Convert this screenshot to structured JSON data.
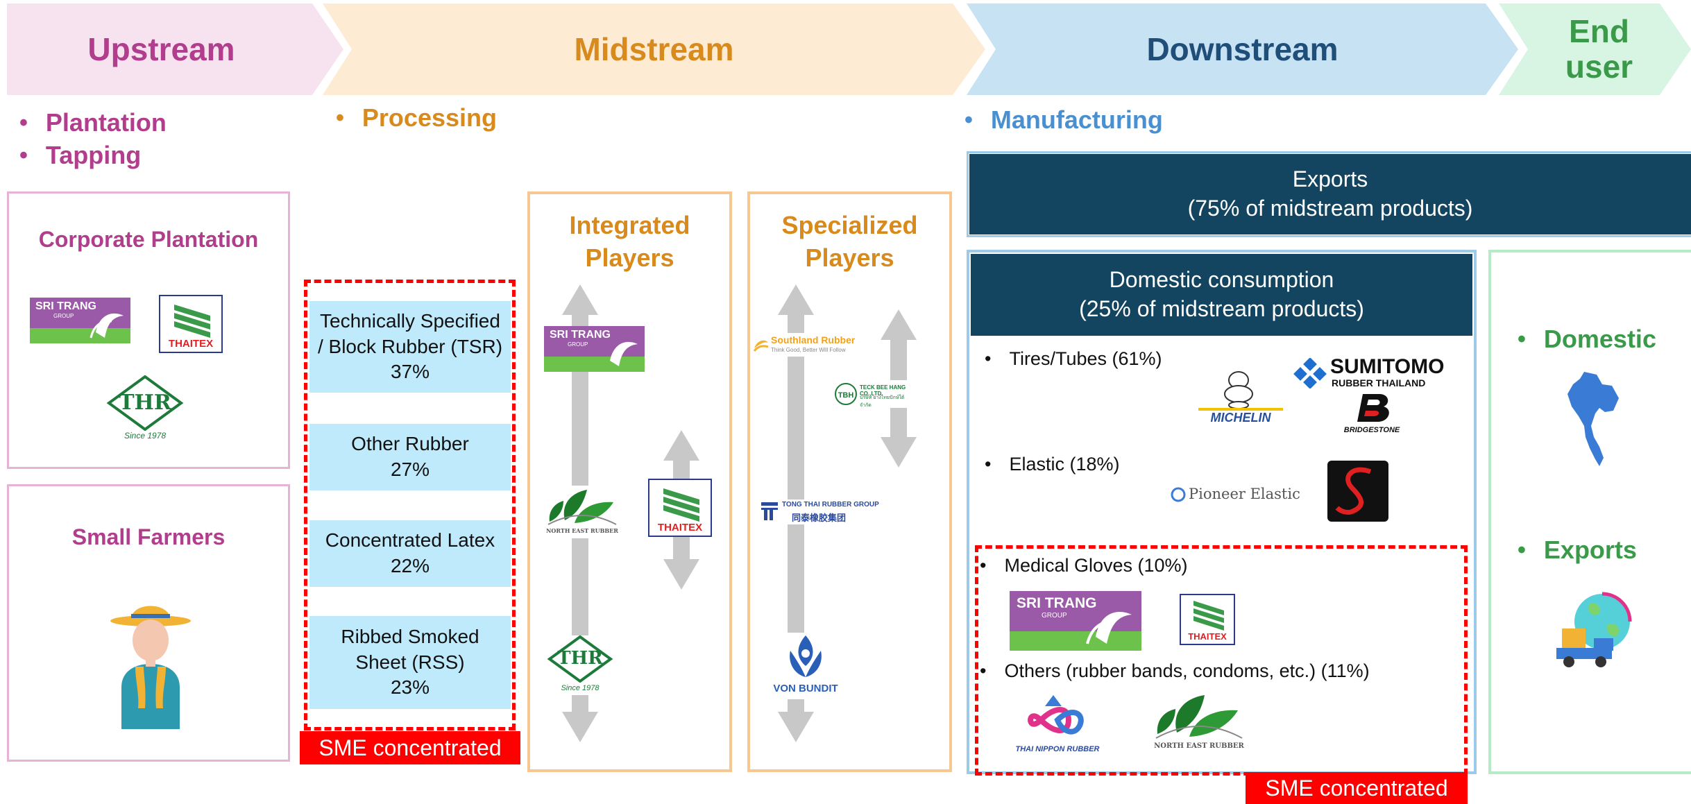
{
  "stages": {
    "upstream": "Upstream",
    "midstream": "Midstream",
    "downstream": "Downstream",
    "enduser_line1": "End",
    "enduser_line2": "user"
  },
  "bullets": {
    "plantation": "Plantation",
    "tapping": "Tapping",
    "processing": "Processing",
    "manufacturing": "Manufacturing",
    "domestic": "Domestic",
    "exports": "Exports"
  },
  "upstream": {
    "corporate_title": "Corporate Plantation",
    "farmers_title": "Small Farmers"
  },
  "midstream": {
    "categories": [
      {
        "name_line1": "Technically Specified",
        "name_line2": "/ Block Rubber (TSR)",
        "pct": "37%"
      },
      {
        "name_line1": "Other Rubber",
        "name_line2": "",
        "pct": "27%"
      },
      {
        "name_line1": "Concentrated Latex",
        "name_line2": "",
        "pct": "22%"
      },
      {
        "name_line1": "Ribbed Smoked",
        "name_line2": "Sheet (RSS)",
        "pct": "23%"
      }
    ],
    "sme_label": "SME concentrated",
    "integrated_line1": "Integrated",
    "integrated_line2": "Players",
    "specialized_line1": "Specialized",
    "specialized_line2": "Players"
  },
  "downstream": {
    "exports_line1": "Exports",
    "exports_line2": "(75% of midstream products)",
    "domestic_line1": "Domestic consumption",
    "domestic_line2": "(25% of midstream products)",
    "products": {
      "tires": "Tires/Tubes (61%)",
      "elastic": "Elastic (18%)",
      "gloves": "Medical Gloves (10%)",
      "others": "Others (rubber bands, condoms, etc.) (11%)"
    },
    "sme_label": "SME concentrated"
  },
  "logos": {
    "sritrang": "SRI TRANG",
    "sritrang_sub": "GROUP",
    "thaitex": "THAITEX",
    "thr": "THR",
    "thr_since": "Since 1978",
    "northeast": "NORTH EAST RUBBER",
    "southland": "Southland Rubber",
    "southland_sub": "Think Good, Better Will Follow",
    "teckbee": "TECK BEE HANG CO.,LTD.",
    "teckbee_sub": "บริษัท ยางไทยปักษ์ใต้ จำกัด",
    "tongthai": "TONG THAI RUBBER GROUP",
    "tongthai_sub": "同泰橡胶集团",
    "vonbundit": "VON BUNDIT",
    "sumitomo": "SUMITOMO",
    "sumitomo_sub": "RUBBER THAILAND",
    "michelin": "MICHELIN",
    "bridgestone": "BRIDGESTONE",
    "pioneer": "Pioneer Elastic",
    "thainippon": "THAI NIPPON RUBBER"
  },
  "colors": {
    "upstream": "#b03e8c",
    "midstream": "#d98a1c",
    "downstream": "#1f4e79",
    "manufacturing": "#4a90d0",
    "enduser": "#3a9a4a",
    "navy": "#134560",
    "red": "#ff0000",
    "category_bg": "#bfeafb"
  }
}
